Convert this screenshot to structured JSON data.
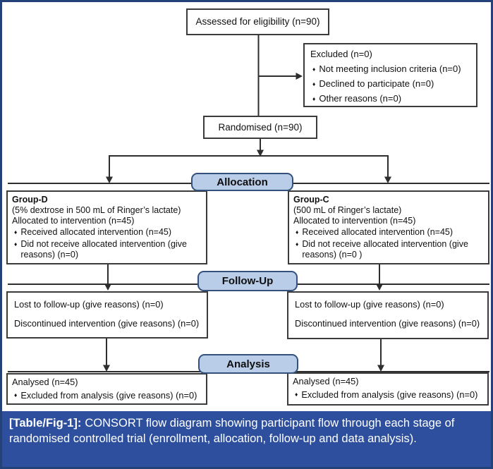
{
  "glyphs": {
    "bullet": "♦"
  },
  "colors": {
    "frame": "#24427a",
    "caption_bg": "#2d4f9e",
    "banner_fill": "#b9cde9",
    "banner_border": "#33517c",
    "line_color": "#2e2e2e",
    "box_border": "#3b3b3b"
  },
  "banners": {
    "allocation": "Allocation",
    "follow_up": "Follow-Up",
    "analysis": "Analysis"
  },
  "boxes": {
    "assessed": {
      "text": "Assessed for eligibility (n=90)"
    },
    "excluded": {
      "title": "Excluded (n=0)",
      "bullets": [
        "Not meeting inclusion criteria (n=0)",
        "Declined to participate (n=0)",
        "Other reasons (n=0)"
      ]
    },
    "randomised": {
      "text": "Randomised (n=90)"
    },
    "group_d": {
      "title": "Group-D",
      "subtitle": "(5% dextrose in 500 mL of Ringer’s lactate)",
      "allocated": "Allocated to intervention (n=45)",
      "bullets": [
        "Received allocated intervention (n=45)",
        "Did not receive allocated intervention (give reasons) (n=0)"
      ]
    },
    "group_c": {
      "title": "Group-C",
      "subtitle": "(500 mL of Ringer’s lactate)",
      "allocated": "Allocated to intervention (n=45)",
      "bullets": [
        "Received allocated intervention (n=45)",
        "Did not receive allocated intervention (give reasons) (n=0 )"
      ]
    },
    "followup_left": {
      "lines": [
        "Lost to follow-up (give reasons) (n=0)",
        "Discontinued intervention (give reasons) (n=0)"
      ]
    },
    "followup_right": {
      "lines": [
        "Lost to follow-up (give reasons) (n=0)",
        "Discontinued intervention (give reasons) (n=0)"
      ]
    },
    "analysed_left": {
      "title": "Analysed (n=45)",
      "bullets": [
        "Excluded from analysis (give reasons) (n=0)"
      ]
    },
    "analysed_right": {
      "title": "Analysed (n=45)",
      "bullets": [
        "Excluded from analysis (give reasons) (n=0)"
      ]
    }
  },
  "caption": {
    "label": "[Table/Fig-1]:",
    "text": "CONSORT flow diagram showing participant flow through each stage of randomised controlled trial (enrollment, allocation, follow-up and data analysis)."
  }
}
